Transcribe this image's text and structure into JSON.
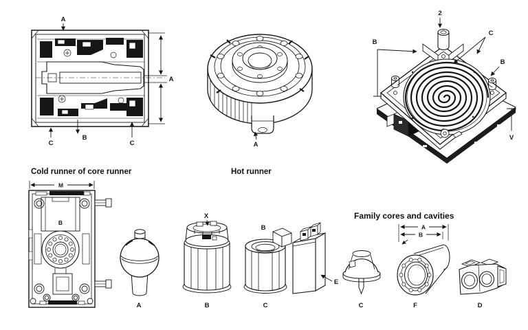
{
  "palette": {
    "background": "#ffffff",
    "ink": "#161616"
  },
  "captions": {
    "cold_runner": "Cold runner of core runner",
    "hot_runner": "Hot runner",
    "family": "Family cores and cavities"
  },
  "cross_section": {
    "top": "A",
    "side": "A",
    "bottom_left": "C",
    "bottom_center": "B",
    "bottom_right": "C"
  },
  "hot_runner_unit": {
    "nozzle": "A"
  },
  "spiral_plate": {
    "pin": "2",
    "corner": "C",
    "left": "B",
    "right": "B",
    "height": "V"
  },
  "mold_plate": {
    "width": "M",
    "center": "B"
  },
  "cores": {
    "sphere": "A",
    "canister": "B",
    "canister_top": "X",
    "cylinder": "C",
    "cylinder_top": "B",
    "box_side": "E"
  },
  "family_parts": {
    "dome": "C",
    "flanged": "F",
    "flanged_dim_a": "A",
    "flanged_dim_b": "B",
    "block": "D"
  }
}
